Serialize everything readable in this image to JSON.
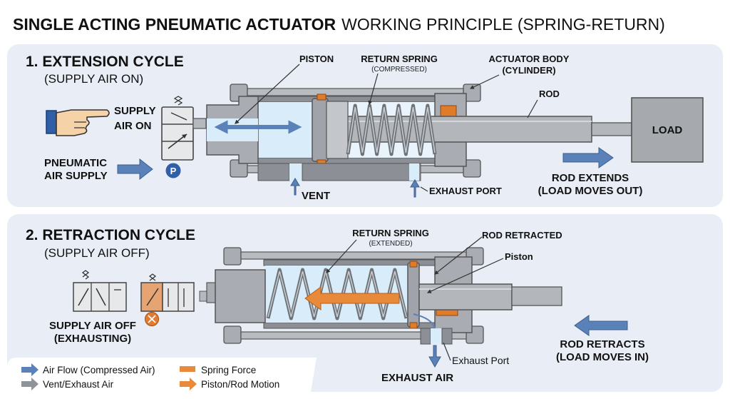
{
  "title": {
    "bold": "SINGLE ACTING PNEUMATIC ACTUATOR",
    "regular": "WORKING PRINCIPLE (SPRING-RETURN)"
  },
  "section1": {
    "title": "1. EXTENSION CYCLE",
    "subtitle": "(SUPPLY AIR ON)",
    "supply_air_on": [
      "SUPPLY",
      "AIR ON"
    ],
    "pneumatic_supply": [
      "PNEUMATIC",
      "AIR SUPPLY"
    ],
    "port_label": "P",
    "piston": "PISTON",
    "return_spring": "RETURN SPRING",
    "compressed": "(COMPRESSED)",
    "actuator_body": [
      "ACTUATOR BODY",
      "(CYLINDER)"
    ],
    "rod": "ROD",
    "load": "LOAD",
    "vent": "VENT",
    "exhaust_port": "EXHAUST PORT",
    "rod_extends": [
      "ROD EXTENDS",
      "(LOAD MOVES OUT)"
    ]
  },
  "section2": {
    "title": "2. RETRACTION CYCLE",
    "subtitle": "(SUPPLY AIR OFF)",
    "return_spring": "RETURN SPRING",
    "extended": "(EXTENDED)",
    "rod_retracted": "ROD RETRACTED",
    "piston": "Piston",
    "supply_air_off": [
      "SUPPLY AIR OFF",
      "(EXHAUSTING)"
    ],
    "exhaust_port": "Exhaust Port",
    "exhaust_air": "EXHAUST AIR",
    "rod_retracts": [
      "ROD RETRACTS",
      "(LOAD MOVES IN)"
    ]
  },
  "legend": {
    "air_flow_bold": "Air Flow",
    "air_flow_rest": " (Compressed Air)",
    "vent_exhaust": "Vent/Exhaust Air",
    "spring_force": "Spring Force",
    "piston_motion": "Piston/Rod Motion"
  },
  "colors": {
    "panel": "#e9eef6",
    "metal": "#a9adb3",
    "metal_dark": "#777b81",
    "air": "#d9ecf9",
    "blue_arrow": "#5b82b8",
    "gray_arrow": "#8f949a",
    "orange": "#e88a3a",
    "orange_seal": "#e07b2a",
    "port_blue": "#2f5fa7",
    "exhaust_orange": "#e27b30"
  }
}
